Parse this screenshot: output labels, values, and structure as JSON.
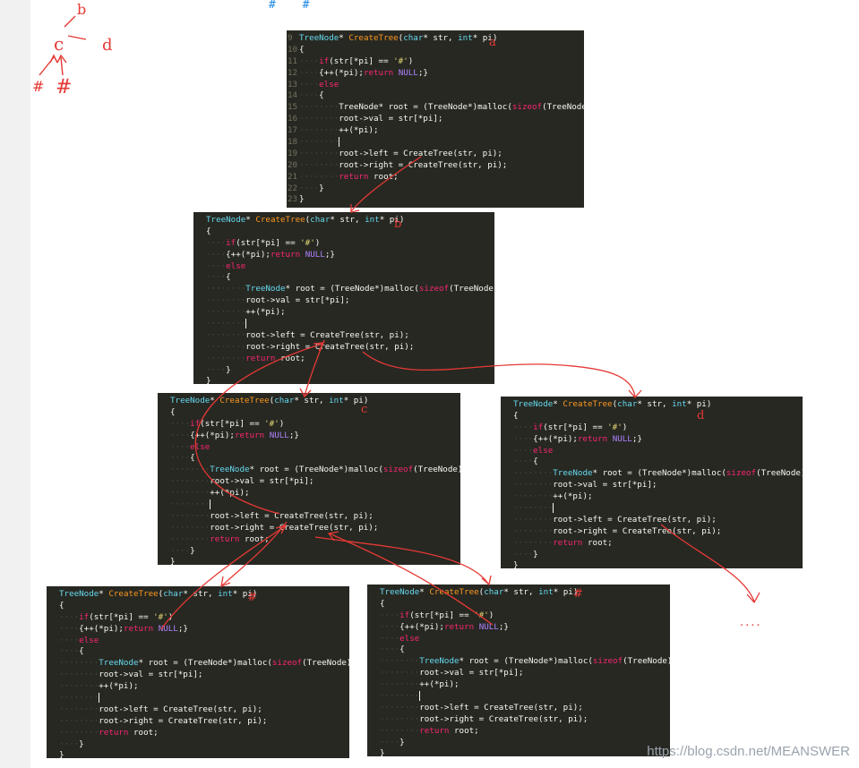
{
  "top_hashes": [
    "#",
    "#"
  ],
  "labels": {
    "a": "a",
    "b": "b",
    "c": "c",
    "d": "d",
    "hash1": "#",
    "hash2": "#",
    "dots": "...."
  },
  "sketch": {
    "b": "b",
    "c": "c",
    "d": "d",
    "h1": "#",
    "h2": "#"
  },
  "code_lines": [
    "TreeNode* CreateTree(char* str, int* pi)",
    "{",
    "if(str[*pi] == '#')",
    "{++(*pi);return NULL;}",
    "else",
    "{",
    "TreeNode* root = (TreeNode*)malloc(sizeof(TreeNode));",
    "root->val = str[*pi];",
    "++(*pi);",
    "",
    "root->left = CreateTree(str, pi);",
    "root->right = CreateTree(str, pi);",
    "return root;",
    "}",
    "}"
  ],
  "panel_a_line_numbers": [
    "9",
    "10",
    "11",
    "12",
    "13",
    "14",
    "15",
    "16",
    "17",
    "18",
    "19",
    "20",
    "21",
    "22",
    "23"
  ],
  "watermark": "https://blog.csdn.net/MEANSWER",
  "colors": {
    "arrow": "#e53935",
    "panel_bg": "#272822"
  }
}
